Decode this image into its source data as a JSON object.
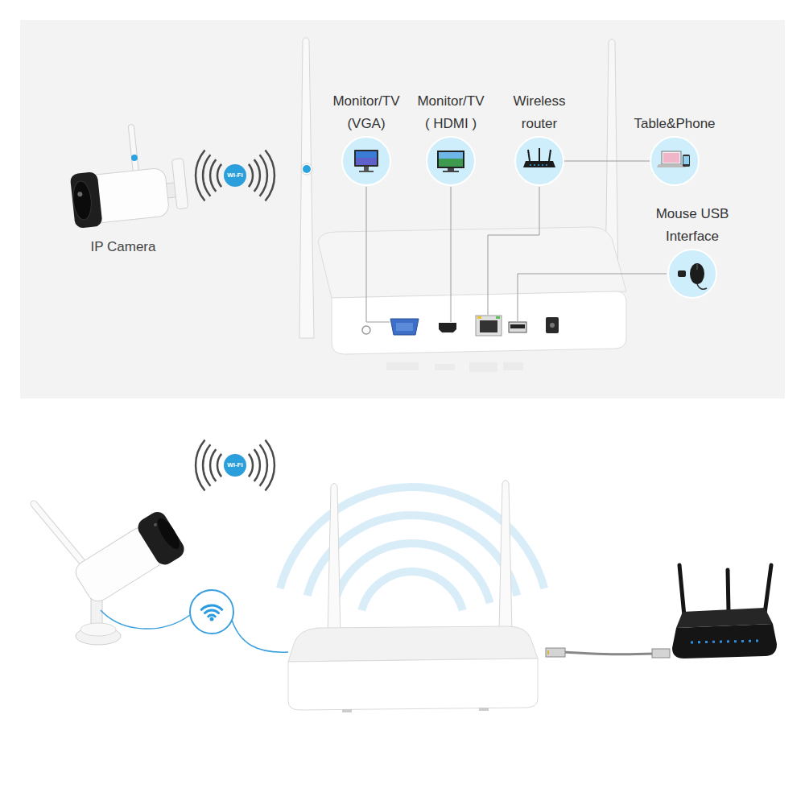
{
  "diagram": {
    "nodes": [
      {
        "text": [
          "Monitor/TV (VGA)"
        ]
      },
      {
        "text": [
          "Monitor/TV ( HDMI )"
        ]
      },
      {
        "text": [
          "Wireless router"
        ]
      },
      {
        "text": [
          "Table&Phone"
        ]
      },
      {
        "text": [
          "Wi-Fi"
        ]
      },
      {
        "text": [
          "Mouse USB Interface"
        ]
      },
      {
        "text": [
          "Wi-Fi"
        ]
      }
    ],
    "edges": [
      {
        "from": 2,
        "to": 3,
        "arrow": "none"
      }
    ],
    "labels": [
      "IP Camera"
    ]
  }
}
